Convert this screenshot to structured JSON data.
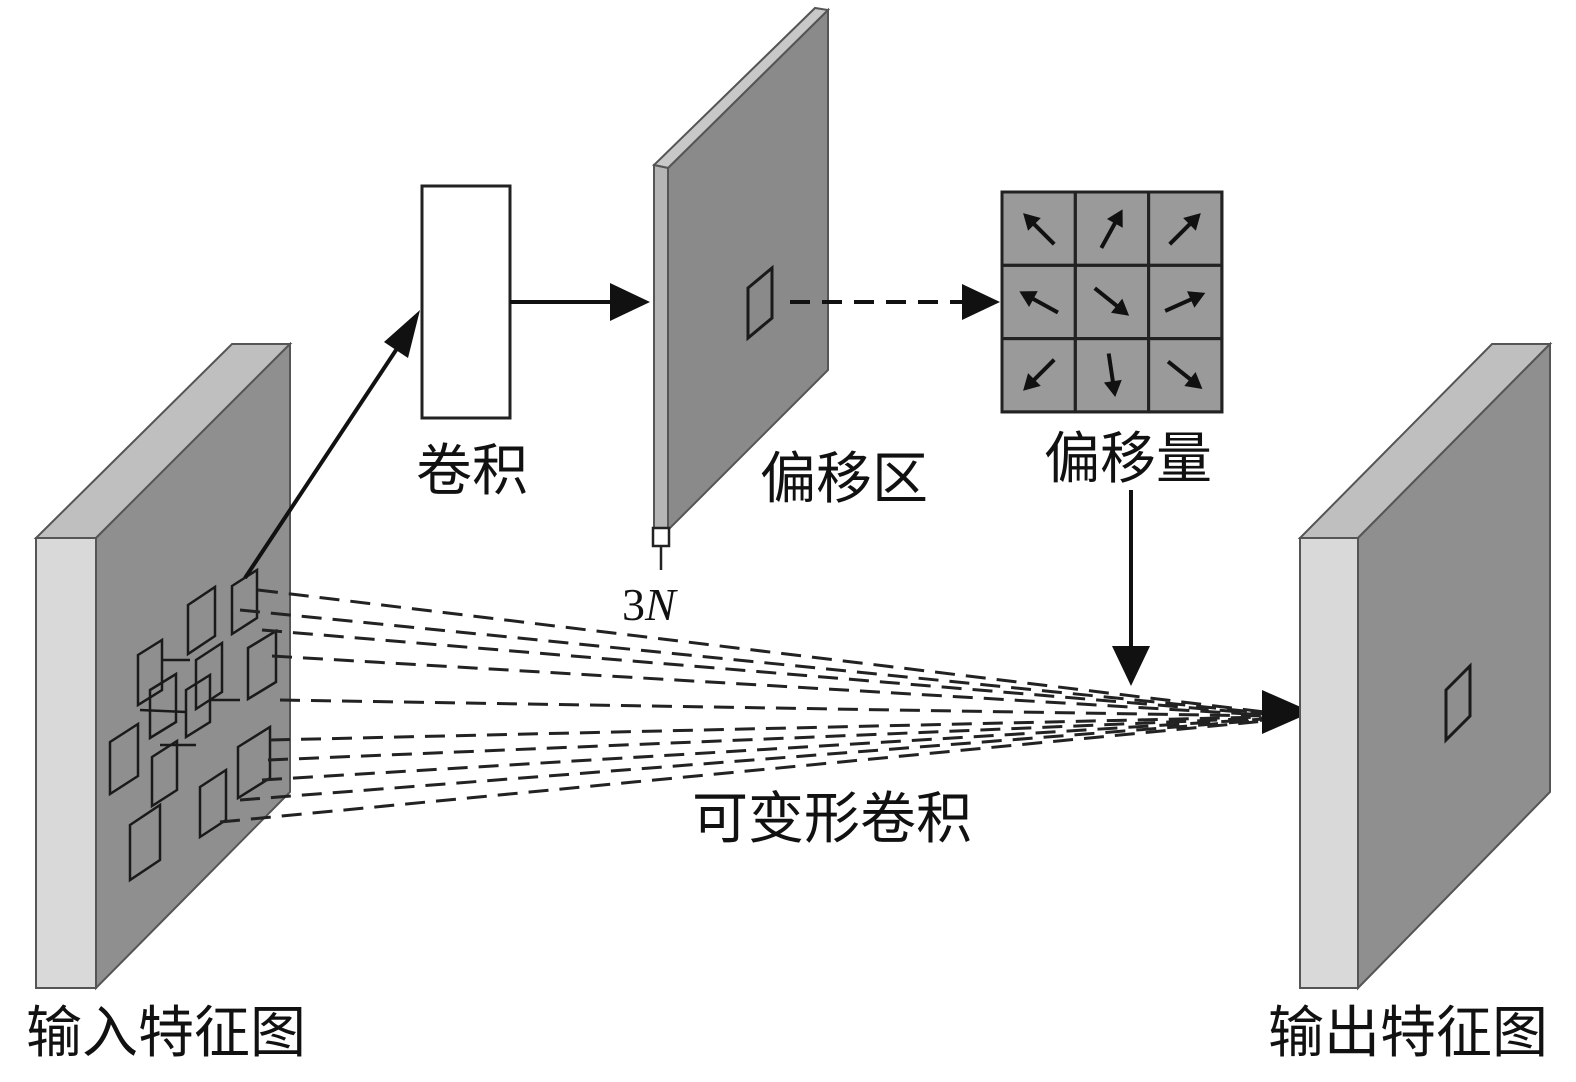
{
  "labels": {
    "conv": "卷积",
    "offset_field": "偏移区",
    "offsets": "偏移量",
    "deformable_conv": "可变形卷积",
    "input_feature_map": "输入特征图",
    "output_feature_map": "输出特征图",
    "channels_num": "3",
    "channels_var": "N"
  },
  "offset_grid": {
    "rows": 3,
    "cols": 3,
    "arrows": [
      "up-left",
      "up-right-steep",
      "up-right",
      "left-up",
      "down-right",
      "right-up",
      "down-left",
      "down",
      "down-right"
    ]
  },
  "colors": {
    "panel_front": "#8f8f8f",
    "panel_side": "#d9d9d9",
    "panel_top": "#bdbdbd",
    "grid_fill": "#9a9a9a",
    "ink": "#111111"
  }
}
